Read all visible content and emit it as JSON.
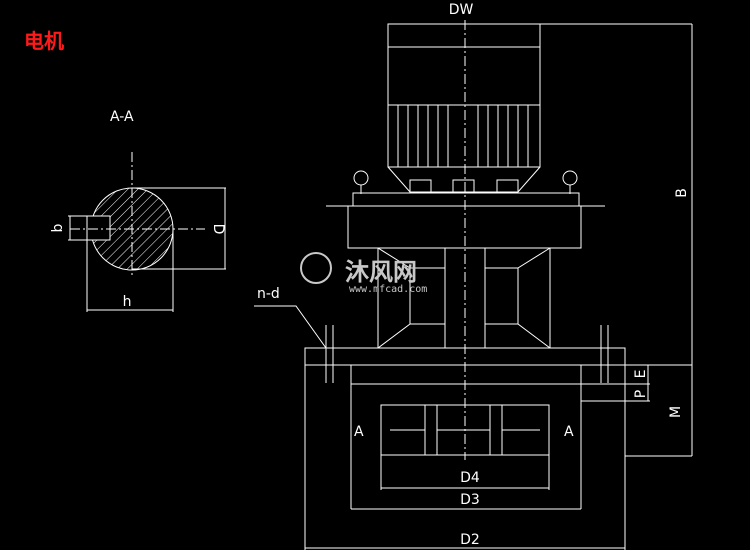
{
  "title": "电机",
  "section_label": "A-A",
  "dimensions": {
    "dw": "DW",
    "b_top": "B",
    "b_key": "b",
    "h": "h",
    "d": "D",
    "n_d": "n-d",
    "p": "P",
    "e": "E",
    "m": "M",
    "d2": "D2",
    "d3": "D3",
    "d4": "D4",
    "a_left": "A",
    "a_right": "A"
  },
  "watermark": {
    "logo_text": "沐风网",
    "url": "www.mfcad.com"
  },
  "colors": {
    "background": "#000000",
    "line": "#ffffff",
    "title": "#ff1a1a"
  }
}
